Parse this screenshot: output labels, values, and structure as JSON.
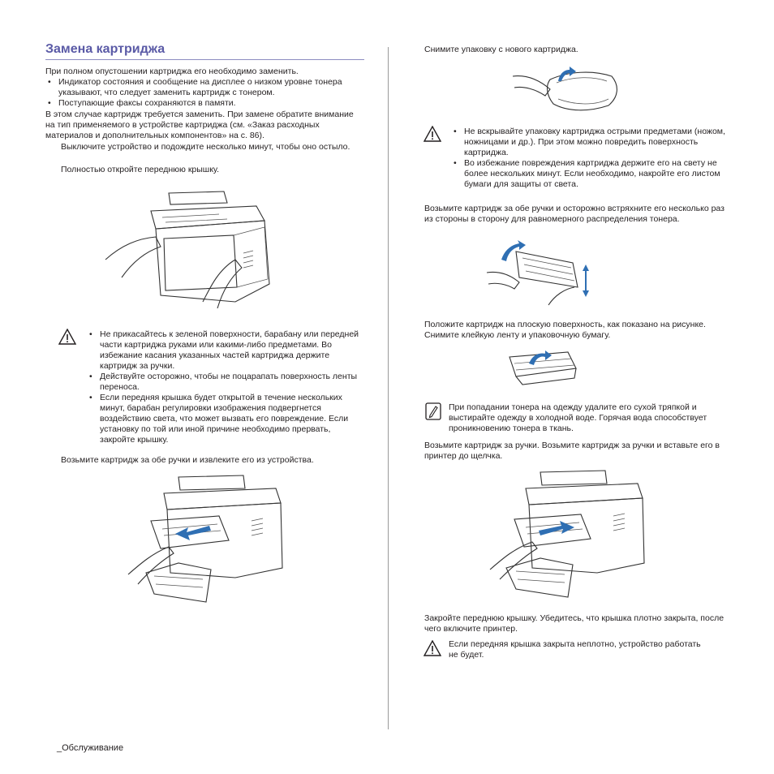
{
  "section_title": "Замена картриджа",
  "left": {
    "intro": "При полном опустошении картриджа его необходимо заменить.",
    "intro_bullets": [
      "Индикатор состояния и сообщение на дисплее о низком уровне тонера указывают, что следует заменить картридж с тонером.",
      "Поступающие факсы сохраняются в памяти."
    ],
    "type_note": "В этом случае картридж требуется заменить. При замене обратите внимание на тип применяемого в устройстве картриджа (см. «Заказ расходных материалов и дополнительных компонентов» на с. 86).",
    "step1": "Выключите устройство и подождите несколько минут, чтобы оно остыло.",
    "step2": "Полностью откройте переднюю крышку.",
    "caution_bullets": [
      "Не прикасайтесь к зеленой поверхности, барабану или передней части картриджа руками или какими-либо предметами. Во избежание касания указанных частей картриджа держите картридж за ручки.",
      "Действуйте осторожно, чтобы не поцарапать поверхность ленты переноса.",
      "Если передняя крышка будет открытой в течение нескольких минут, барабан регулировки изображения подвергнется воздействию света, что может вызвать его повреждение. Если установку по той или иной причине необходимо прервать, закройте крышку."
    ],
    "step3": "Возьмите картридж за обе ручки и извлеките его из устройства."
  },
  "right": {
    "unpack": "Снимите упаковку с нового картриджа.",
    "caution_bullets": [
      "Не вскрывайте упаковку картриджа острыми предметами (ножом, ножницами и др.). При этом можно повредить поверхность картриджа.",
      "Во избежание повреждения картриджа держите его на свету не более нескольких минут. Если необходимо, накройте его листом бумаги для защиты от света."
    ],
    "shake": "Возьмите картридж за обе ручки и осторожно встряхните его несколько раз из стороны в сторону для равномерного распределения тонера.",
    "tape": "Положите картридж на плоскую поверхность, как показано на рисунке. Снимите клейкую ленту и упаковочную бумагу.",
    "toner_note": "При попадании тонера на одежду удалите его сухой тряпкой и выстирайте одежду в холодной воде. Горячая вода способствует проникновению тонера в ткань.",
    "insert": "Возьмите картридж за ручки. Возьмите картридж за ручки и вставьте его в принтер до щелчка.",
    "close": "Закройте переднюю крышку. Убедитесь, что крышка плотно закрыта, после чего включите принтер.",
    "close_warning": "Если передняя крышка закрыта неплотно, устройство работать не будет."
  },
  "footer": "_Обслуживание",
  "icons": {
    "caution": "warning-triangle-icon",
    "note": "note-pencil-icon"
  },
  "colors": {
    "title": "#5a5aa6",
    "arrow": "#2f6fb3",
    "cartridge_tint": "#c7d6e8"
  }
}
